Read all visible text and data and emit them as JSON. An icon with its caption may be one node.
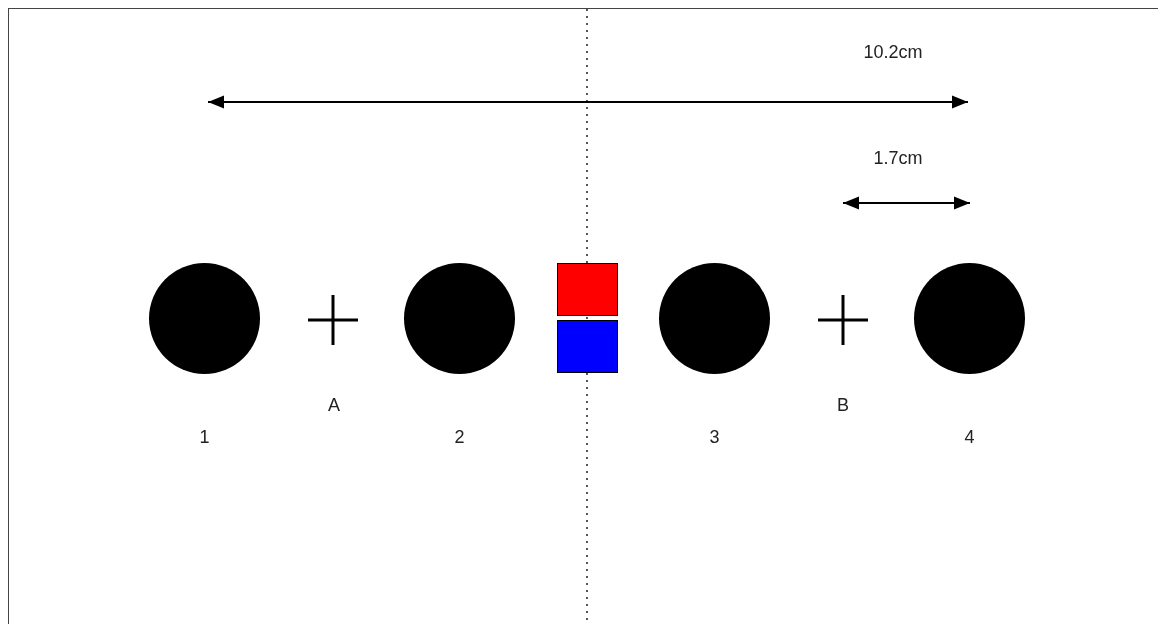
{
  "diagram": {
    "nodes": [
      {
        "text": [],
        "shape": "circle",
        "beside": [
          "1"
        ]
      },
      {
        "text": [],
        "shape": "circle",
        "beside": [
          "2"
        ]
      },
      {
        "text": [],
        "shape": "box"
      },
      {
        "text": [],
        "shape": "box"
      },
      {
        "text": [],
        "shape": "circle",
        "beside": [
          "3"
        ]
      },
      {
        "text": [],
        "shape": "circle",
        "beside": [
          "4"
        ]
      }
    ],
    "labels": [
      "10.2cm",
      "1.7cm",
      "A",
      "B"
    ]
  }
}
